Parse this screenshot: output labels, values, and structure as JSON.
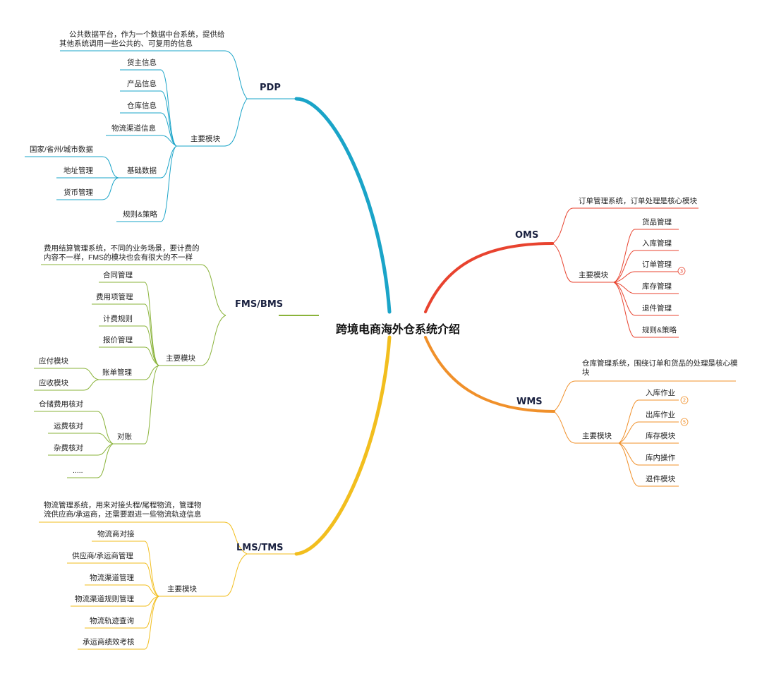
{
  "root": "跨境电商海外仓系统介绍",
  "colors": {
    "pdp": "#1aa4c8",
    "fms": "#8ab33a",
    "lms": "#f2be1e",
    "oms": "#e8432f",
    "wms": "#f0902a"
  },
  "pdp": {
    "title": "PDP",
    "desc_line1": "公共数据平台，作为一个数据中台系统，提供给",
    "desc_line2": "其他系统调用一些公共的、可复用的信息",
    "modules_label": "主要模块",
    "items": [
      "货主信息",
      "产品信息",
      "仓库信息",
      "物流渠道信息",
      "基础数据",
      "规则&策略"
    ],
    "basic_children": [
      "国家/省州/城市数据",
      "地址管理",
      "货币管理"
    ]
  },
  "fms": {
    "title": "FMS/BMS",
    "desc_line1": "费用结算管理系统，不同的业务场景，要计费的",
    "desc_line2": "内容不一样，FMS的模块也会有很大的不一样",
    "modules_label": "主要模块",
    "items": [
      "合同管理",
      "费用项管理",
      "计费规则",
      "报价管理",
      "账单管理",
      "对账"
    ],
    "bill_children": [
      "应付模块",
      "应收模块"
    ],
    "recon_children": [
      "仓储费用核对",
      "运费核对",
      "杂费核对",
      "....."
    ]
  },
  "lms": {
    "title": "LMS/TMS",
    "desc_line1": "物流管理系统，用来对接头程/尾程物流，管理物",
    "desc_line2": "流供应商/承运商，还需要跟进一些物流轨迹信息",
    "modules_label": "主要模块",
    "items": [
      "物流商对接",
      "供应商/承运商管理",
      "物流渠道管理",
      "物流渠道规则管理",
      "物流轨迹查询",
      "承运商绩效考核"
    ]
  },
  "oms": {
    "title": "OMS",
    "desc": "订单管理系统，订单处理是核心模块",
    "modules_label": "主要模块",
    "items": [
      "货品管理",
      "入库管理",
      "订单管理",
      "库存管理",
      "退件管理",
      "规则&策略"
    ],
    "badges": [
      {
        "item": "订单管理",
        "count": "3"
      }
    ]
  },
  "wms": {
    "title": "WMS",
    "desc_line1": "仓库管理系统，围绕订单和货品的处理是核心模",
    "desc_line2": "块",
    "modules_label": "主要模块",
    "items": [
      "入库作业",
      "出库作业",
      "库存模块",
      "库内操作",
      "退件模块"
    ],
    "badges": [
      {
        "item": "入库作业",
        "count": "2"
      },
      {
        "item": "出库作业",
        "count": "5"
      }
    ]
  }
}
